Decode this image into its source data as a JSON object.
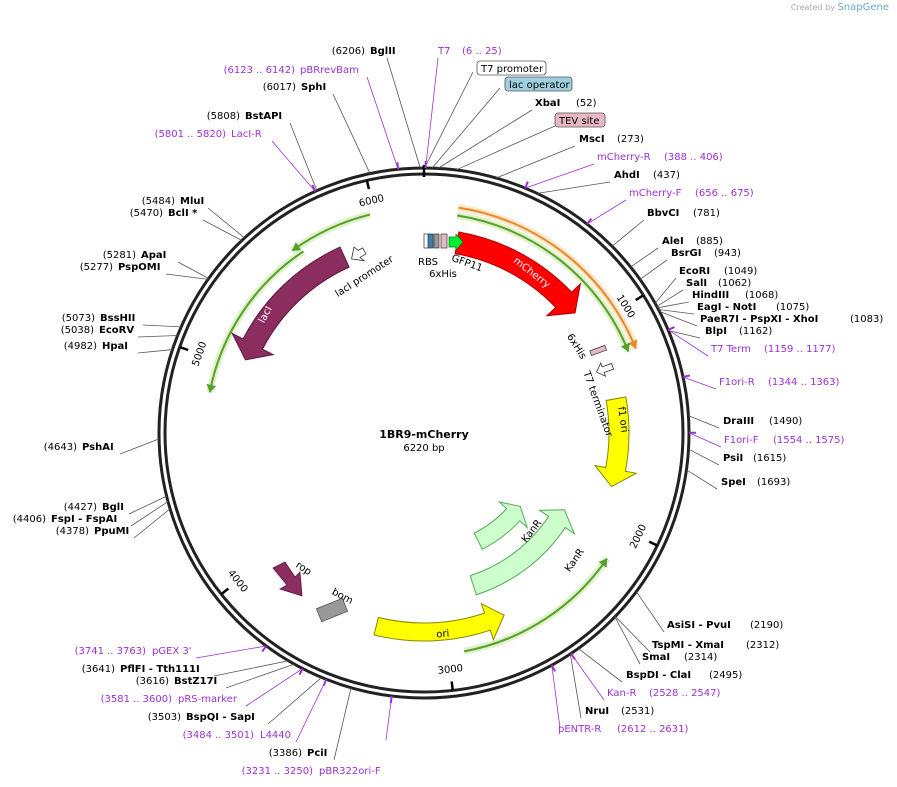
{
  "credit": {
    "prefix": "Created by",
    "brand": "SnapGene"
  },
  "plasmid": {
    "name": "1BR9-mCherry",
    "size_label": "6220 bp",
    "length": 6220
  },
  "colors": {
    "backbone": "#222222",
    "primer": "#9b30d0",
    "site": "#000000",
    "mcherry": "#ff0000",
    "laci": "#8b2d5e",
    "rop": "#8b2d5e",
    "f1ori": "#ffff00",
    "ori": "#ffff00",
    "kanr": "#ccffcc",
    "gfp11": "#00ee33",
    "green_arc": "#53a02b",
    "orange_arc": "#e8882a",
    "bom": "#999999",
    "tev_box": "#e6b8c6",
    "lacop_box": "#9fd0de"
  },
  "ticks": [
    "1000",
    "2000",
    "3000",
    "4000",
    "5000",
    "6000"
  ],
  "tick_positions": [
    1000,
    2000,
    3000,
    4000,
    5000,
    6000
  ],
  "sites": [
    {
      "pos": "(6206)",
      "name": "BglII"
    },
    {
      "pos": "(6017)",
      "name": "SphI"
    },
    {
      "pos": "(5808)",
      "name": "BstAPI"
    },
    {
      "pos": "(5484)",
      "name": "MluI"
    },
    {
      "pos": "(5470)",
      "name": "BclI *"
    },
    {
      "pos": "(5281)",
      "name": "ApaI"
    },
    {
      "pos": "(5277)",
      "name": "PspOMI"
    },
    {
      "pos": "(5073)",
      "name": "BssHII"
    },
    {
      "pos": "(5038)",
      "name": "EcoRV"
    },
    {
      "pos": "(4982)",
      "name": "HpaI"
    },
    {
      "pos": "(4643)",
      "name": "PshAI"
    },
    {
      "pos": "(4427)",
      "name": "BglI"
    },
    {
      "pos": "(4406)",
      "name": "FspI - FspAI"
    },
    {
      "pos": "(4378)",
      "name": "PpuMI"
    },
    {
      "pos": "(3641)",
      "name": "PflFI - Tth111I"
    },
    {
      "pos": "(3616)",
      "name": "BstZ17I"
    },
    {
      "pos": "(3503)",
      "name": "BspQI - SapI"
    },
    {
      "pos": "(3386)",
      "name": "PciI"
    },
    {
      "name": "XbaI",
      "pos": "(52)"
    },
    {
      "name": "MscI",
      "pos": "(273)"
    },
    {
      "name": "AhdI",
      "pos": "(437)"
    },
    {
      "name": "BbvCI",
      "pos": "(781)"
    },
    {
      "name": "AleI",
      "pos": "(885)"
    },
    {
      "name": "BsrGI",
      "pos": "(943)"
    },
    {
      "name": "EcoRI",
      "pos": "(1049)"
    },
    {
      "name": "SalI",
      "pos": "(1062)"
    },
    {
      "name": "HindIII",
      "pos": "(1068)"
    },
    {
      "name": "EagI - NotI",
      "pos": "(1075)"
    },
    {
      "name": "PaeR7I - PspXI - XhoI",
      "pos": "(1083)"
    },
    {
      "name": "BlpI",
      "pos": "(1162)"
    },
    {
      "name": "DraIII",
      "pos": "(1490)"
    },
    {
      "name": "PsiI",
      "pos": "(1615)"
    },
    {
      "name": "SpeI",
      "pos": "(1693)"
    },
    {
      "name": "AsiSI - PvuI",
      "pos": "(2190)"
    },
    {
      "name": "TspMI - XmaI",
      "pos": "(2312)"
    },
    {
      "name": "SmaI",
      "pos": "(2314)"
    },
    {
      "name": "BspDI - ClaI",
      "pos": "(2495)"
    },
    {
      "name": "NruI",
      "pos": "(2531)"
    }
  ],
  "primers": [
    {
      "name": "T7",
      "range": "(6 .. 25)"
    },
    {
      "name": "pBRrevBam",
      "range": "(6123 .. 6142)"
    },
    {
      "name": "LacI-R",
      "range": "(5801 .. 5820)"
    },
    {
      "name": "mCherry-R",
      "range": "(388 .. 406)"
    },
    {
      "name": "mCherry-F",
      "range": "(656 .. 675)"
    },
    {
      "name": "T7 Term",
      "range": "(1159 .. 1177)"
    },
    {
      "name": "F1ori-R",
      "range": "(1344 .. 1363)"
    },
    {
      "name": "F1ori-F",
      "range": "(1554 .. 1575)"
    },
    {
      "name": "Kan-R",
      "range": "(2528 .. 2547)"
    },
    {
      "name": "pENTR-R",
      "range": "(2612 .. 2631)"
    },
    {
      "name": "pGEX 3'",
      "range": "(3741 .. 3763)"
    },
    {
      "name": "pRS-marker",
      "range": "(3581 .. 3600)"
    },
    {
      "name": "L4440",
      "range": "(3484 .. 3501)"
    },
    {
      "name": "pBR322ori-F",
      "range": "(3231 .. 3250)"
    }
  ],
  "boxed_labels": [
    {
      "name": "T7 promoter"
    },
    {
      "name": "lac operator"
    },
    {
      "name": "TEV site"
    }
  ],
  "features": [
    {
      "name": "mCherry"
    },
    {
      "name": "lacI"
    },
    {
      "name": "lacI promoter"
    },
    {
      "name": "f1 ori"
    },
    {
      "name": "KanR"
    },
    {
      "name": "KanR"
    },
    {
      "name": "ori"
    },
    {
      "name": "rop"
    },
    {
      "name": "bom"
    },
    {
      "name": "RBS"
    },
    {
      "name": "6xHis"
    },
    {
      "name": "GFP11"
    },
    {
      "name": "6xHis"
    },
    {
      "name": "T7 terminator"
    }
  ]
}
